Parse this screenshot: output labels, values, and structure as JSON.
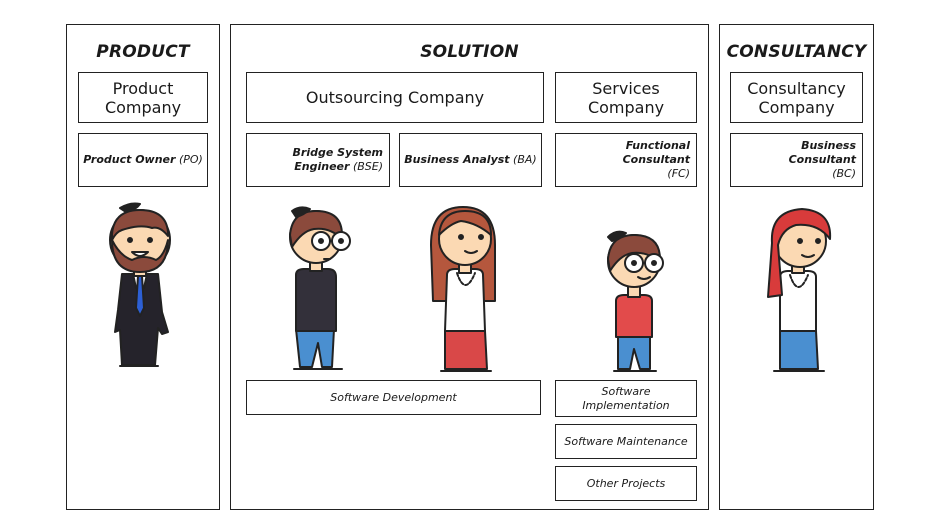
{
  "columns": {
    "product": {
      "heading": "PRODUCT",
      "company": "Product Company",
      "role": {
        "title": "Product Owner",
        "abbr": "(PO)"
      }
    },
    "solution": {
      "heading": "SOLUTION",
      "outsourcing_company": "Outsourcing Company",
      "services_company": "Services Company",
      "roles": {
        "bse": {
          "title": "Bridge System Engineer",
          "abbr": "(BSE)"
        },
        "ba": {
          "title": "Business Analyst",
          "abbr": "(BA)"
        },
        "fc": {
          "title": "Functional Consultant",
          "abbr": "(FC)"
        }
      },
      "tasks": {
        "software_development": "Software Development",
        "software_implementation": "Software Implementation",
        "software_maintenance": "Software Maintenance",
        "other_projects": "Other Projects"
      }
    },
    "consultancy": {
      "heading": "CONSULTANCY",
      "company": "Consultancy Company",
      "role": {
        "title": "Business Consultant",
        "abbr": "(BC)"
      }
    }
  },
  "colors": {
    "border": "#222222",
    "skin": "#fbd9b3",
    "hair_brown": "#8b4a3c",
    "hair_light": "#b5573d",
    "tie": "#2d5fd4",
    "jeans": "#4a8fd0",
    "shirt_red": "#e24b4b",
    "skirt_red": "#d94848",
    "scarf_red": "#d83b3b",
    "skirt_blue": "#4a8fd0",
    "shirt_dark": "#33303a",
    "suit": "#25232b"
  }
}
